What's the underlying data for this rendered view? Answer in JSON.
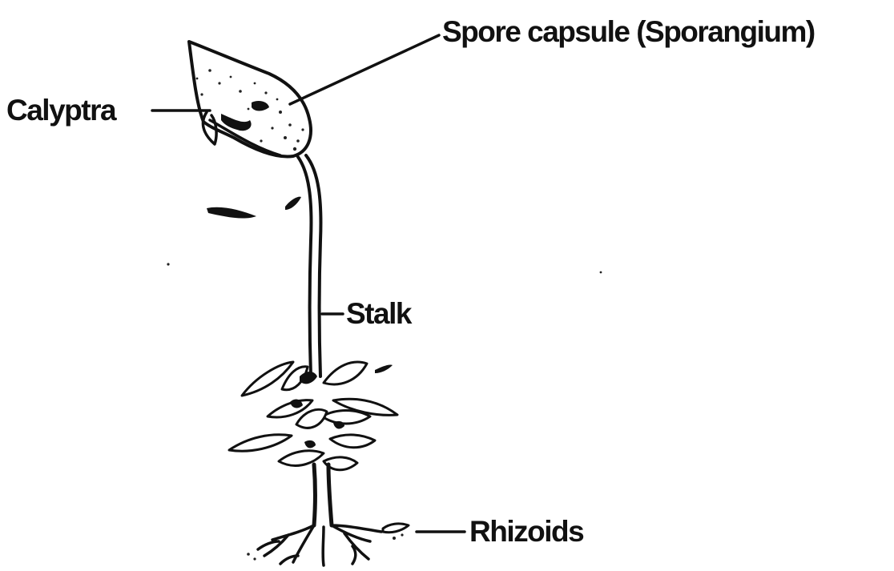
{
  "labels": {
    "spore_capsule": "Spore capsule (Sporangium)",
    "calyptra": "Calyptra",
    "stalk": "Stalk",
    "rhizoids": "Rhizoids"
  },
  "colors": {
    "ink": "#111111",
    "background": "#ffffff"
  }
}
